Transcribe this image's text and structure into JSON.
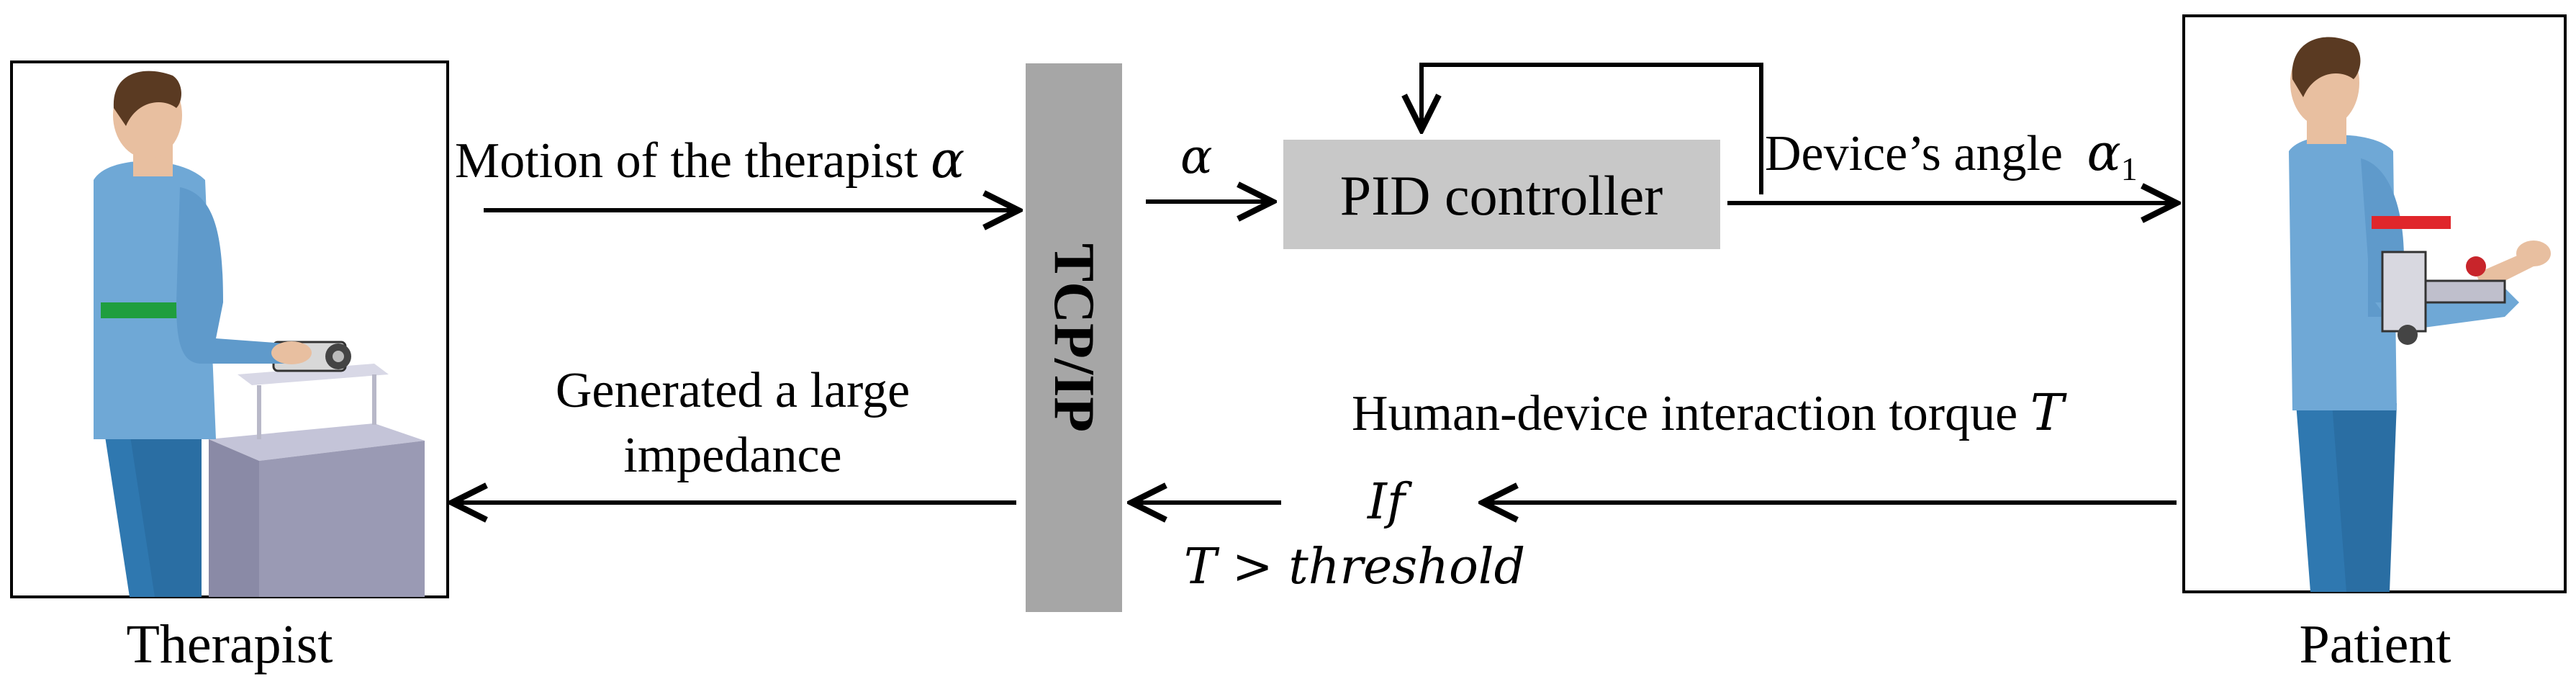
{
  "nodes": {
    "therapist_caption": "Therapist",
    "patient_caption": "Patient",
    "tcp_label": "TCP/IP",
    "pid_label": "PID controller"
  },
  "edges": {
    "motion_label": "Motion of the therapist ",
    "motion_symbol": "α",
    "alpha_label": "α",
    "device_angle_label": "Device’s angle ",
    "device_angle_symbol": "α",
    "device_angle_subscript": "1",
    "torque_label": "Human-device interaction torque ",
    "torque_symbol": "T",
    "condition_if": "If",
    "condition_expr": "T > threshold",
    "impedance_line1": "Generated a large",
    "impedance_line2": "impedance"
  },
  "colors": {
    "tcp_box": "#a6a6a6",
    "pid_box": "#c8c8c8",
    "shirt": "#6fa8d6",
    "pants": "#2f78b0",
    "therapist_band": "#1f9e3f",
    "patient_band": "#e0262b",
    "table": "#9a9ab4"
  },
  "icons": [
    "therapist-figure-icon",
    "patient-figure-icon",
    "robot-arm-device-icon"
  ]
}
